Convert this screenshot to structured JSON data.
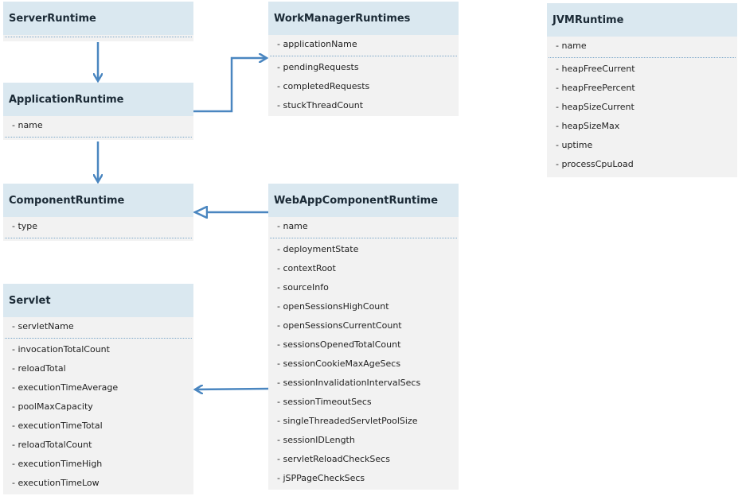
{
  "classes": {
    "serverRuntime": {
      "name": "ServerRuntime",
      "keyFields": [],
      "fields": []
    },
    "applicationRuntime": {
      "name": "ApplicationRuntime",
      "keyFields": [
        "- name"
      ],
      "fields": []
    },
    "componentRuntime": {
      "name": "ComponentRuntime",
      "keyFields": [
        "- type"
      ],
      "fields": []
    },
    "servlet": {
      "name": "Servlet",
      "keyFields": [
        "- servletName"
      ],
      "fields": [
        "- invocationTotalCount",
        "- reloadTotal",
        "- executionTimeAverage",
        "- poolMaxCapacity",
        "- executionTimeTotal",
        "- reloadTotalCount",
        "- executionTimeHigh",
        "- executionTimeLow"
      ]
    },
    "workManagerRuntimes": {
      "name": "WorkManagerRuntimes",
      "keyFields": [
        "- applicationName"
      ],
      "fields": [
        "- pendingRequests",
        "- completedRequests",
        "- stuckThreadCount"
      ]
    },
    "webAppComponentRuntime": {
      "name": "WebAppComponentRuntime",
      "keyFields": [
        "- name"
      ],
      "fields": [
        "- deploymentState",
        "- contextRoot",
        "- sourceInfo",
        "- openSessionsHighCount",
        "- openSessionsCurrentCount",
        "- sessionsOpenedTotalCount",
        "- sessionCookieMaxAgeSecs",
        "- sessionInvalidationIntervalSecs",
        "- sessionTimeoutSecs",
        "- singleThreadedServletPoolSize",
        "- sessionIDLength",
        "- servletReloadCheckSecs",
        "- jSPPageCheckSecs"
      ]
    },
    "jvmRuntime": {
      "name": "JVMRuntime",
      "keyFields": [
        "- name"
      ],
      "fields": [
        "- heapFreeCurrent",
        "- heapFreePercent",
        "- heapSizeCurrent",
        "- heapSizeMax",
        "- uptime",
        "- processCpuLoad"
      ]
    }
  },
  "colors": {
    "header": "#dae8f0",
    "body": "#f2f2f2",
    "arrow": "#4a86c0"
  }
}
